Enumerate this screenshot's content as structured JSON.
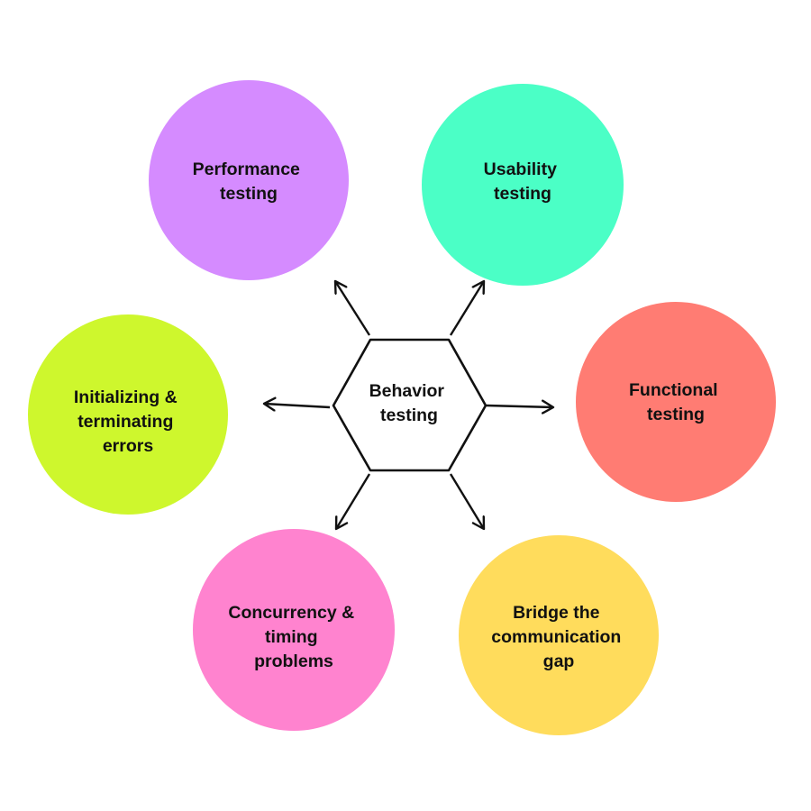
{
  "center": {
    "label_lines": [
      "Behavior",
      "testing"
    ]
  },
  "nodes": [
    {
      "id": "performance",
      "label_lines": [
        "Performance",
        "testing"
      ],
      "color": "#D58BFF"
    },
    {
      "id": "usability",
      "label_lines": [
        "Usability",
        "testing"
      ],
      "color": "#4BFFC6"
    },
    {
      "id": "functional",
      "label_lines": [
        "Functional",
        "testing"
      ],
      "color": "#FF7C73"
    },
    {
      "id": "bridge",
      "label_lines": [
        "Bridge the",
        "communication",
        "gap"
      ],
      "color": "#FFDC5C"
    },
    {
      "id": "concurrency",
      "label_lines": [
        "Concurrency &",
        "timing",
        "problems"
      ],
      "color": "#FF83CF"
    },
    {
      "id": "initializing",
      "label_lines": [
        "Initializing &",
        "terminating",
        "errors"
      ],
      "color": "#CEF72D"
    }
  ]
}
